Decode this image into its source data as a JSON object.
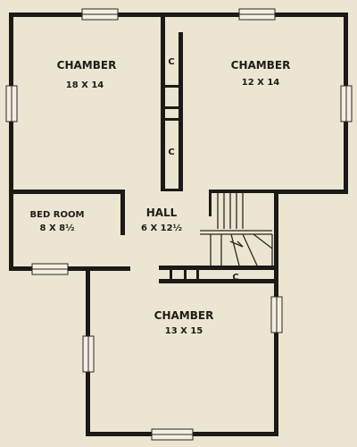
{
  "rooms": {
    "chamber_nw": {
      "name": "CHAMBER",
      "size": "18 X 14"
    },
    "chamber_ne": {
      "name": "CHAMBER",
      "size": "12 X 14"
    },
    "bed_room": {
      "name": "BED ROOM",
      "size": "8 X 8½"
    },
    "hall": {
      "name": "HALL",
      "size": "6 X 12½"
    },
    "chamber_s": {
      "name": "CHAMBER",
      "size": "13 X 15"
    }
  },
  "closets": {
    "upper": "C",
    "lower": "C",
    "stair": "C"
  },
  "colors": {
    "paper": "#ece5d1",
    "ink": "#1c1a17"
  }
}
